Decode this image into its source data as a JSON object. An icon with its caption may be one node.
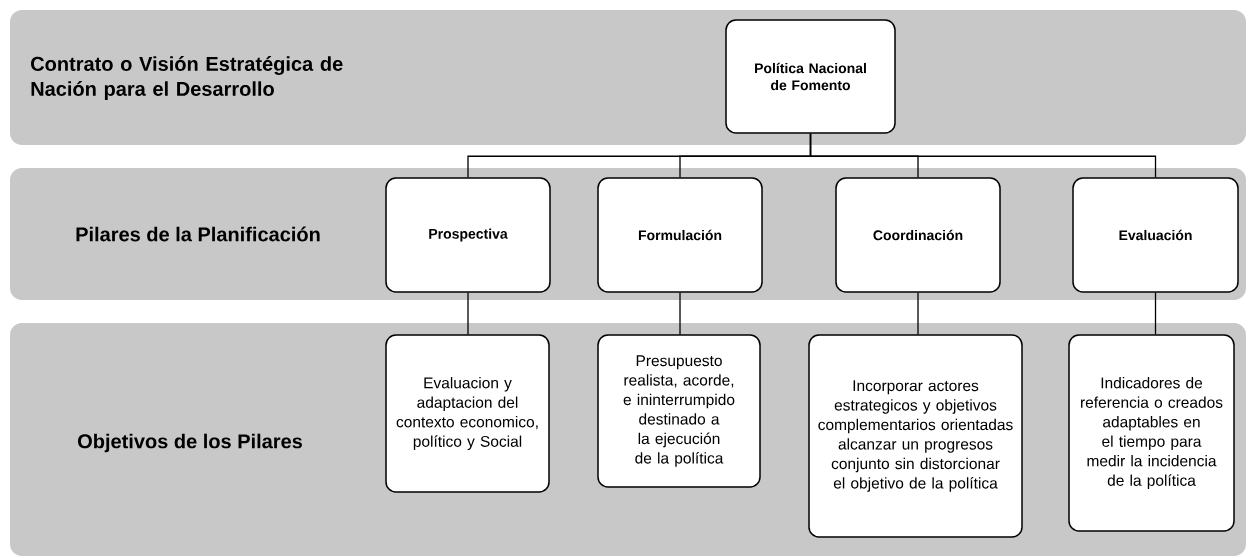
{
  "diagram": {
    "nodes": [
      {
        "text": [
          "Contrato o Visión Estratégica de Nación para el Desarrollo"
        ]
      },
      {
        "text": [
          "Política Nacional de Fomento"
        ],
        "in": 0
      },
      {
        "text": [
          "Pilares de la Planificación"
        ]
      },
      {
        "text": [
          "Prospectiva"
        ],
        "in": 2
      },
      {
        "text": [
          "Formulación"
        ],
        "in": 2
      },
      {
        "text": [
          "Coordinación"
        ],
        "in": 2
      },
      {
        "text": [
          "Evaluación"
        ],
        "in": 2
      },
      {
        "text": [
          "Objetivos de los Pilares"
        ]
      },
      {
        "text": [
          "Evaluacion y adaptacion del contexto economico, político y Social"
        ],
        "in": 7
      },
      {
        "text": [
          "Presupuesto realista, acorde, e ininterrumpido destinado a la ejecución de la política"
        ],
        "in": 7
      },
      {
        "text": [
          "Incorporar actores estrategicos y objetivos complementarios orientadas alcanzar un progresos conjunto sin distorcionar el objetivo de la política"
        ],
        "in": 7
      },
      {
        "text": [
          "Indicadores de referencia o creados adaptables en el tiempo para medir la incidencia de la política"
        ],
        "in": 7
      }
    ],
    "edges": [
      {
        "from": 1,
        "to": 3,
        "arrow": "none"
      },
      {
        "from": 1,
        "to": 4,
        "arrow": "none"
      },
      {
        "from": 1,
        "to": 5,
        "arrow": "none"
      },
      {
        "from": 1,
        "to": 6,
        "arrow": "none"
      },
      {
        "from": 3,
        "to": 8,
        "arrow": "none"
      },
      {
        "from": 4,
        "to": 9,
        "arrow": "none"
      },
      {
        "from": 5,
        "to": 10,
        "arrow": "none"
      },
      {
        "from": 6,
        "to": 11,
        "arrow": "none"
      }
    ]
  }
}
